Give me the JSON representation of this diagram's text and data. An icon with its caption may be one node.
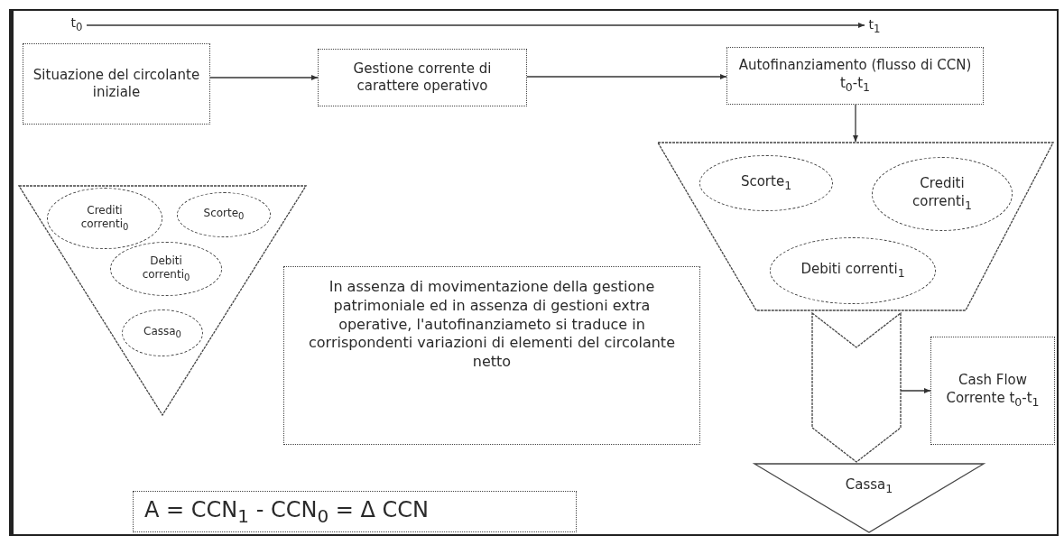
{
  "diagram": {
    "nodes": [
      {
        "text": [
          "t$_{0}$"
        ]
      },
      {
        "text": [
          "t$_{1}$"
        ]
      },
      {
        "text": [
          "Situazione del circolante iniziale"
        ]
      },
      {
        "text": [
          "Gestione corrente di carattere operativo"
        ]
      },
      {
        "text": [
          "Autofinanziamento (flusso di CCN) t$_{0}$-t$_{1}$"
        ]
      },
      {
        "text": [],
        "shape": "triangle"
      },
      {
        "text": [
          "Crediti correnti$_{0}$"
        ],
        "in": 5
      },
      {
        "text": [
          "Scorte$_{0}$"
        ],
        "in": 5
      },
      {
        "text": [
          "Debiti correnti$_{0}$"
        ],
        "in": 5
      },
      {
        "text": [
          "Cassa$_{0}$"
        ],
        "in": 5
      },
      {
        "text": [],
        "shape": "trapezoid"
      },
      {
        "text": [
          "Scorte$_{1}$"
        ],
        "in": 10
      },
      {
        "text": [
          "Crediti correnti$_{1}$"
        ],
        "in": 10
      },
      {
        "text": [
          "Debiti correnti$_{1}$"
        ],
        "in": 10
      },
      {
        "text": [
          "In assenza di movimentazione della gestione patrimoniale ed in assenza di gestioni extra operative, l'autofinanziameto si traduce in corrispondenti variazioni di elementi del circolante netto"
        ]
      },
      {
        "text": [
          "Cash Flow Corrente t$_{0}$-t$_{1}$"
        ]
      },
      {
        "text": [
          "Cassa$_{1}$"
        ]
      },
      {
        "text": [
          "A = CCN$_{1}$ - CCN$_{0}$ = Δ CCN"
        ]
      }
    ],
    "edges": [
      {
        "from": 0,
        "to": 1,
        "arrow": "to"
      },
      {
        "from": 2,
        "to": 3,
        "arrow": "to"
      },
      {
        "from": 3,
        "to": 4,
        "arrow": "to"
      },
      {
        "from": 4,
        "to": 10,
        "arrow": "to"
      },
      {
        "from": 10,
        "to": 16,
        "arrow": "to"
      },
      {
        "from": null,
        "to": 15,
        "arrow": "to"
      }
    ]
  }
}
